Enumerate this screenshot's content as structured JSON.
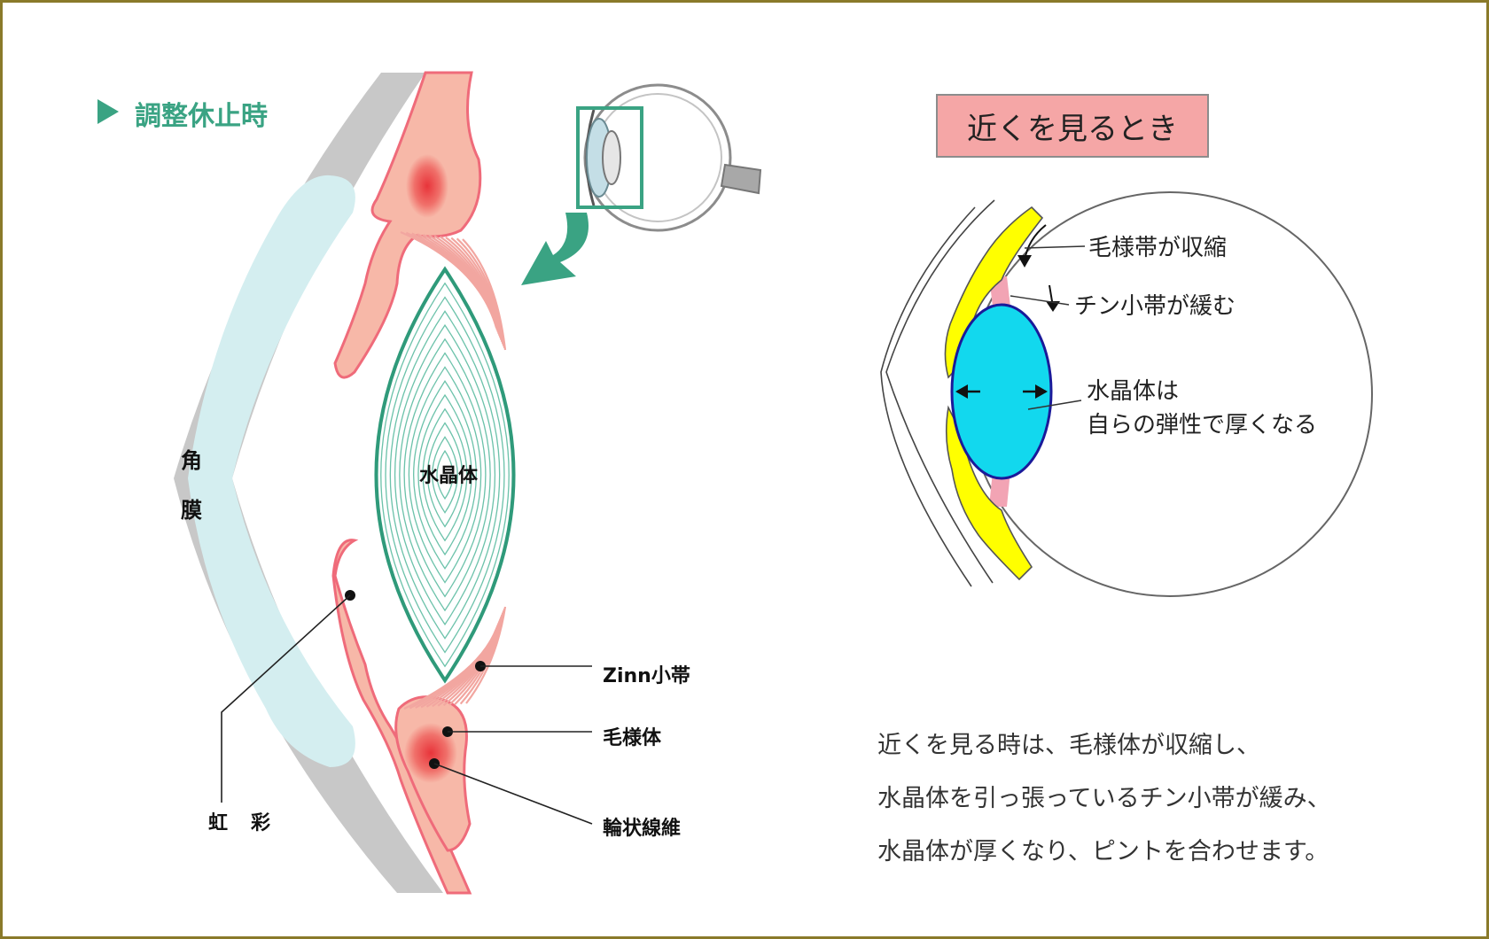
{
  "left_panel": {
    "state_label": "調整休止時",
    "labels": {
      "cornea_1": "角",
      "cornea_2": "膜",
      "lens": "水晶体",
      "iris_1": "虹",
      "iris_2": "彩",
      "zonule": "Zinn小帯",
      "ciliary_body": "毛様体",
      "circular_fibers": "輪状線維"
    }
  },
  "right_panel": {
    "title": "近くを見るとき",
    "labels": {
      "ciliary_contracts": "毛様帯が収縮",
      "zonule_relaxes": "チン小帯が緩む",
      "lens_thickens_1": "水晶体は",
      "lens_thickens_2": "自らの弾性で厚くなる"
    },
    "description": [
      "近くを見る時は、毛様体が収縮し、",
      "水晶体を引っ張っているチン小帯が緩み、",
      "水晶体が厚くなり、ピントを合わせます。"
    ]
  },
  "colors": {
    "accent_green": "#3aa383",
    "frame": "#8a7a2a",
    "cornea_gray": "#c8c8c8",
    "cornea_fill": "#d4eef0",
    "ciliary_pink": "#f7b8a8",
    "lens_cyan": "#12d8ee",
    "lens_outline": "#1a1a9a",
    "ciliary_yellow": "#ffff00",
    "box_pink": "#f5a6a6"
  }
}
